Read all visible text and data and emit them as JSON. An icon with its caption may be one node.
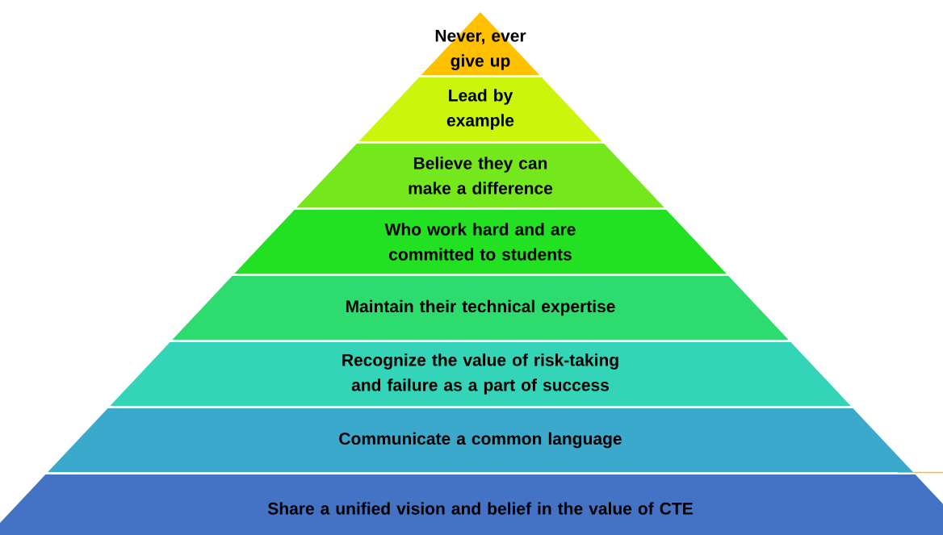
{
  "diagram": {
    "nodes": [
      {
        "text": [
          "Never, ever give up"
        ]
      },
      {
        "text": [
          "Lead by example"
        ]
      },
      {
        "text": [
          "Believe they can make a difference"
        ]
      },
      {
        "text": [
          "Who work hard and are committed to students"
        ]
      },
      {
        "text": [
          "Maintain their technical expertise"
        ]
      },
      {
        "text": [
          "Recognize the value of risk-taking and failure as a part of success"
        ]
      },
      {
        "text": [
          "Communicate a common language"
        ]
      },
      {
        "text": [
          "Share a unified vision and belief in the value of CTE"
        ]
      }
    ]
  }
}
